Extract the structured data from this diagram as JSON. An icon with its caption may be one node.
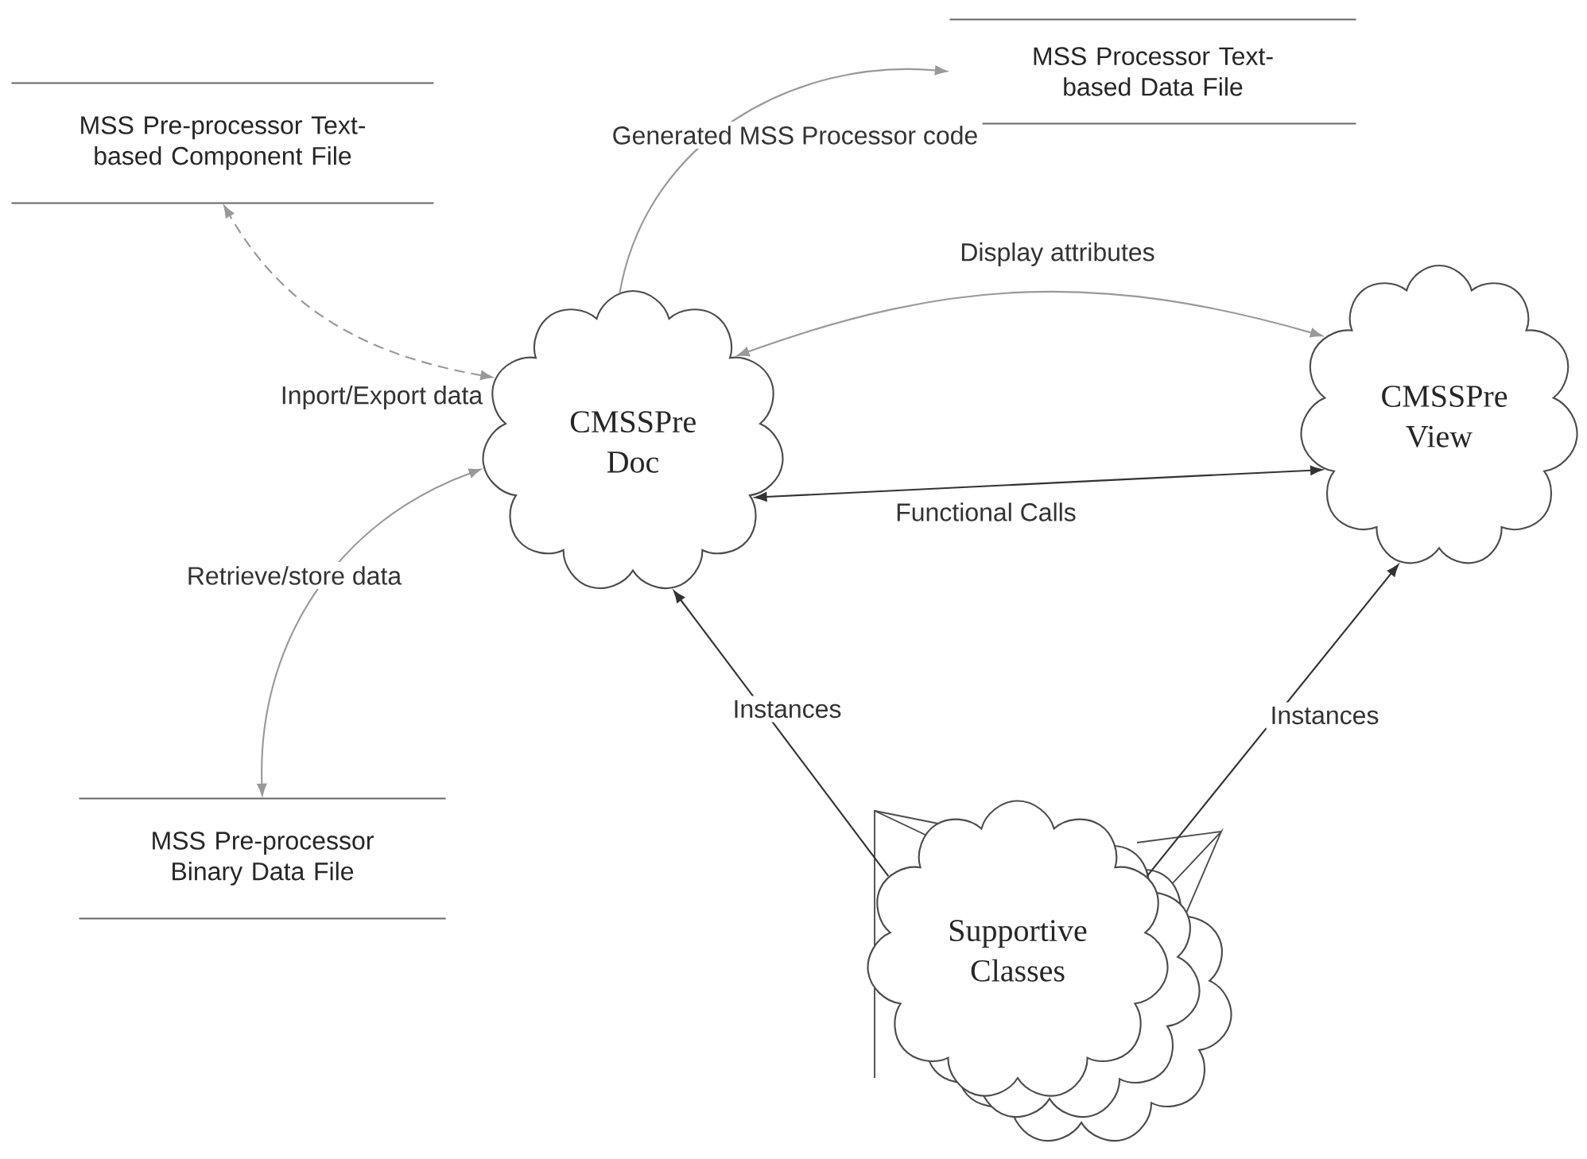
{
  "diagram": {
    "nodes": [
      {
        "text": [
          "MSS Pre-processor Text-based Component File"
        ]
      },
      {
        "text": [
          "MSS Processor Text-based Data File"
        ]
      },
      {
        "text": [
          "CMSSPre Doc"
        ]
      },
      {
        "text": [
          "CMSSPre View"
        ]
      },
      {
        "text": [
          "MSS Pre-processor Binary Data File"
        ]
      },
      {
        "text": [
          "Supportive Classes"
        ]
      }
    ],
    "edges": [
      {
        "from": 2,
        "to": 0,
        "arrow": "both",
        "label": "Inport/Export data",
        "style": "dashed"
      },
      {
        "from": 2,
        "to": 1,
        "arrow": "to",
        "label": "Generated MSS Processor code"
      },
      {
        "from": 2,
        "to": 3,
        "arrow": "both",
        "label": "Display attributes"
      },
      {
        "from": 2,
        "to": 3,
        "arrow": "both",
        "label": "Functional Calls",
        "color": "#333333"
      },
      {
        "from": 2,
        "to": 4,
        "arrow": "both",
        "label": "Retrieve/store data"
      },
      {
        "from": 5,
        "to": 2,
        "arrow": "to",
        "label": "Instances",
        "color": "#333333"
      },
      {
        "from": 5,
        "to": 3,
        "arrow": "to",
        "label": "Instances",
        "color": "#333333"
      }
    ]
  }
}
